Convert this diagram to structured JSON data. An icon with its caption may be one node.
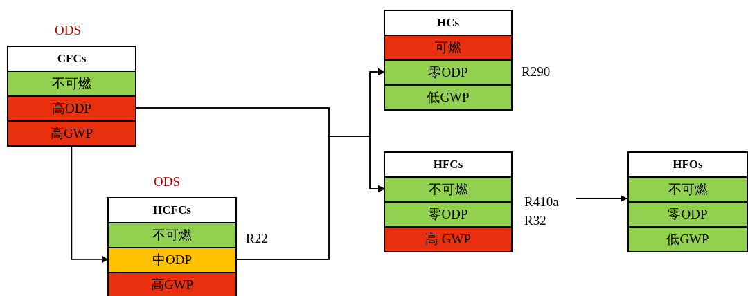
{
  "diagram": {
    "nodes": [
      {
        "text": [
          "CFCs"
        ],
        "beside": [
          "ODS"
        ]
      },
      {
        "text": [
          "不可燃"
        ],
        "in": 0
      },
      {
        "text": [
          "高ODP"
        ],
        "in": 0
      },
      {
        "text": [
          "高GWP"
        ],
        "in": 0
      },
      {
        "text": [
          "HCFCs"
        ],
        "beside": [
          "ODS",
          "R22"
        ]
      },
      {
        "text": [
          "不可燃"
        ],
        "in": 4
      },
      {
        "text": [
          "中ODP"
        ],
        "in": 4
      },
      {
        "text": [
          "高GWP"
        ],
        "in": 4
      },
      {
        "text": [
          "HCs"
        ],
        "beside": [
          "R290"
        ]
      },
      {
        "text": [
          "可燃"
        ],
        "in": 8
      },
      {
        "text": [
          "零ODP"
        ],
        "in": 8
      },
      {
        "text": [
          "低GWP"
        ],
        "in": 8
      },
      {
        "text": [
          "HFCs"
        ],
        "beside": [
          "R410a",
          "R32"
        ]
      },
      {
        "text": [
          "不可燃"
        ],
        "in": 12
      },
      {
        "text": [
          "零ODP"
        ],
        "in": 12
      },
      {
        "text": [
          "高 GWP"
        ],
        "in": 12
      },
      {
        "text": [
          "HFOs"
        ]
      },
      {
        "text": [
          "不可燃"
        ],
        "in": 16
      },
      {
        "text": [
          "零ODP"
        ],
        "in": 16
      },
      {
        "text": [
          "低GWP"
        ],
        "in": 16
      }
    ],
    "edges": [
      {
        "from": 3,
        "to": 6,
        "arrow": "to"
      },
      {
        "from": 2,
        "to": 10,
        "arrow": "to"
      },
      {
        "from": 2,
        "to": 13,
        "arrow": "to"
      },
      {
        "from": 6,
        "to": 10,
        "arrow": "to"
      },
      {
        "from": 6,
        "to": 13,
        "arrow": "to"
      },
      {
        "from": null,
        "to": 16,
        "arrow": "to"
      }
    ]
  }
}
